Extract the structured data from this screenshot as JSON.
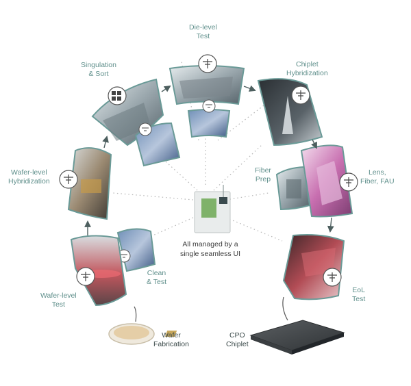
{
  "center": {
    "line1": "All managed by a",
    "line2": "single seamless UI"
  },
  "stages": {
    "die_level_test": [
      "Die-level",
      "Test"
    ],
    "chiplet_hybridization": [
      "Chiplet",
      "Hybridization"
    ],
    "singulation_sort": [
      "Singulation",
      "& Sort"
    ],
    "fiber_prep": [
      "Fiber",
      "Prep"
    ],
    "lens_fiber_fau": [
      "Lens,",
      "Fiber, FAU"
    ],
    "wafer_level_hybridization": [
      "Wafer-level",
      "Hybridization"
    ],
    "clean_test": [
      "Clean",
      "& Test"
    ],
    "wafer_level_test": [
      "Wafer-level",
      "Test"
    ],
    "eol_test": [
      "EoL",
      "Test"
    ],
    "wafer_fabrication": [
      "Wafer",
      "Fabrication"
    ],
    "cpo_chiplet": [
      "CPO",
      "Chiplet"
    ]
  },
  "colors": {
    "accent_teal": "#5f8f8b",
    "frame_border": "#6a9a97",
    "arrow": "#4d5f5f",
    "dotted_line": "#b9b9b9"
  },
  "icons": [
    "equipment-symbol-icon",
    "grid-sort-icon"
  ]
}
